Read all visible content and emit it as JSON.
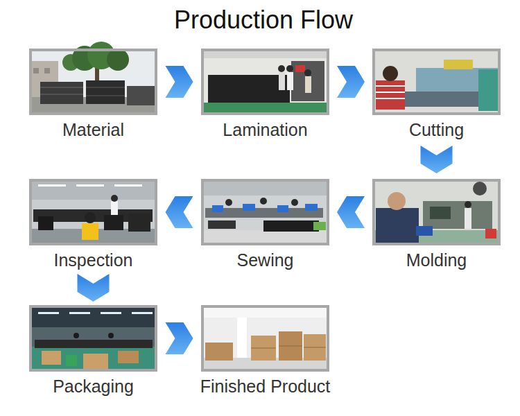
{
  "diagram": {
    "title": "Production Flow",
    "nodes": [
      {
        "text": [
          "Material"
        ]
      },
      {
        "text": [
          "Lamination"
        ]
      },
      {
        "text": [
          "Cutting"
        ]
      },
      {
        "text": [
          "Inspection"
        ]
      },
      {
        "text": [
          "Sewing"
        ]
      },
      {
        "text": [
          "Molding"
        ]
      },
      {
        "text": [
          "Packaging"
        ]
      },
      {
        "text": [
          "Finished Product"
        ]
      }
    ],
    "edges": [
      {
        "from": 0,
        "to": 1,
        "arrow": "to"
      },
      {
        "from": 1,
        "to": 2,
        "arrow": "to"
      },
      {
        "from": 2,
        "to": 5,
        "arrow": "to"
      },
      {
        "from": 5,
        "to": 4,
        "arrow": "to"
      },
      {
        "from": 4,
        "to": 3,
        "arrow": "to"
      },
      {
        "from": 3,
        "to": 6,
        "arrow": "to"
      },
      {
        "from": 6,
        "to": 7,
        "arrow": "to"
      }
    ]
  }
}
